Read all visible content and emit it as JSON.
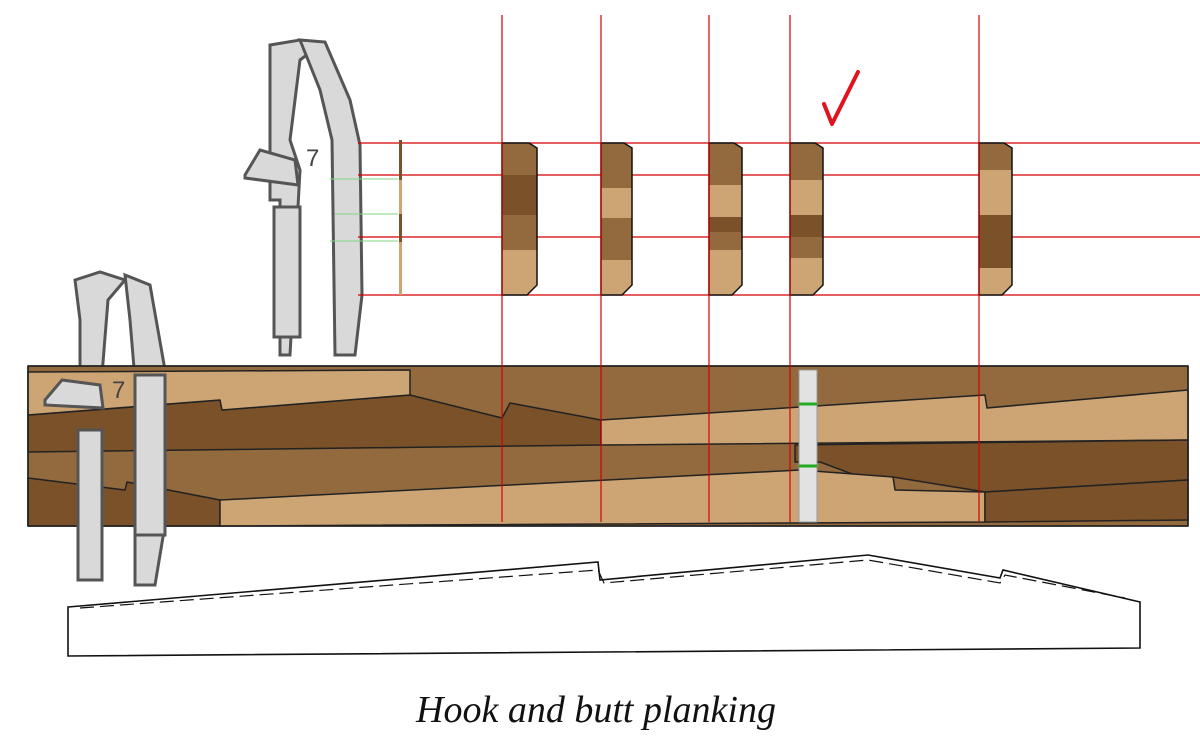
{
  "caption": "Hook and butt planking",
  "frame_labels": {
    "top": "7",
    "bottom": "7"
  },
  "colors": {
    "light_plank": "#cda574",
    "medium_plank": "#936a3d",
    "dark_plank": "#7a5128",
    "guide_line": "#d40000",
    "check_mark": "#e0141e"
  },
  "checked_section_index": 3
}
